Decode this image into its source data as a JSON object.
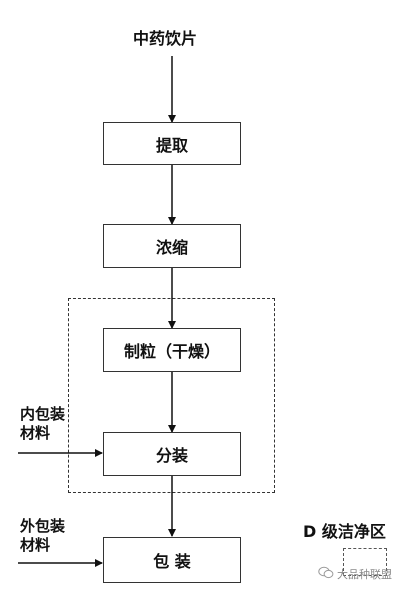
{
  "diagram": {
    "input_label": "中药饮片",
    "steps": [
      {
        "label": "提取"
      },
      {
        "label": "浓缩"
      },
      {
        "label": "制粒（干燥）"
      },
      {
        "label": "分装"
      },
      {
        "label": "包 装"
      }
    ],
    "side_inputs": [
      {
        "line1": "内包装",
        "line2": "材料"
      },
      {
        "line1": "外包装",
        "line2": "材料"
      }
    ]
  },
  "legend": {
    "label": "D 级洁净区"
  },
  "watermark": {
    "text": "大品种联盟"
  },
  "colors": {
    "line": "#111111",
    "box_border": "#333333",
    "dashed": "#333333"
  }
}
